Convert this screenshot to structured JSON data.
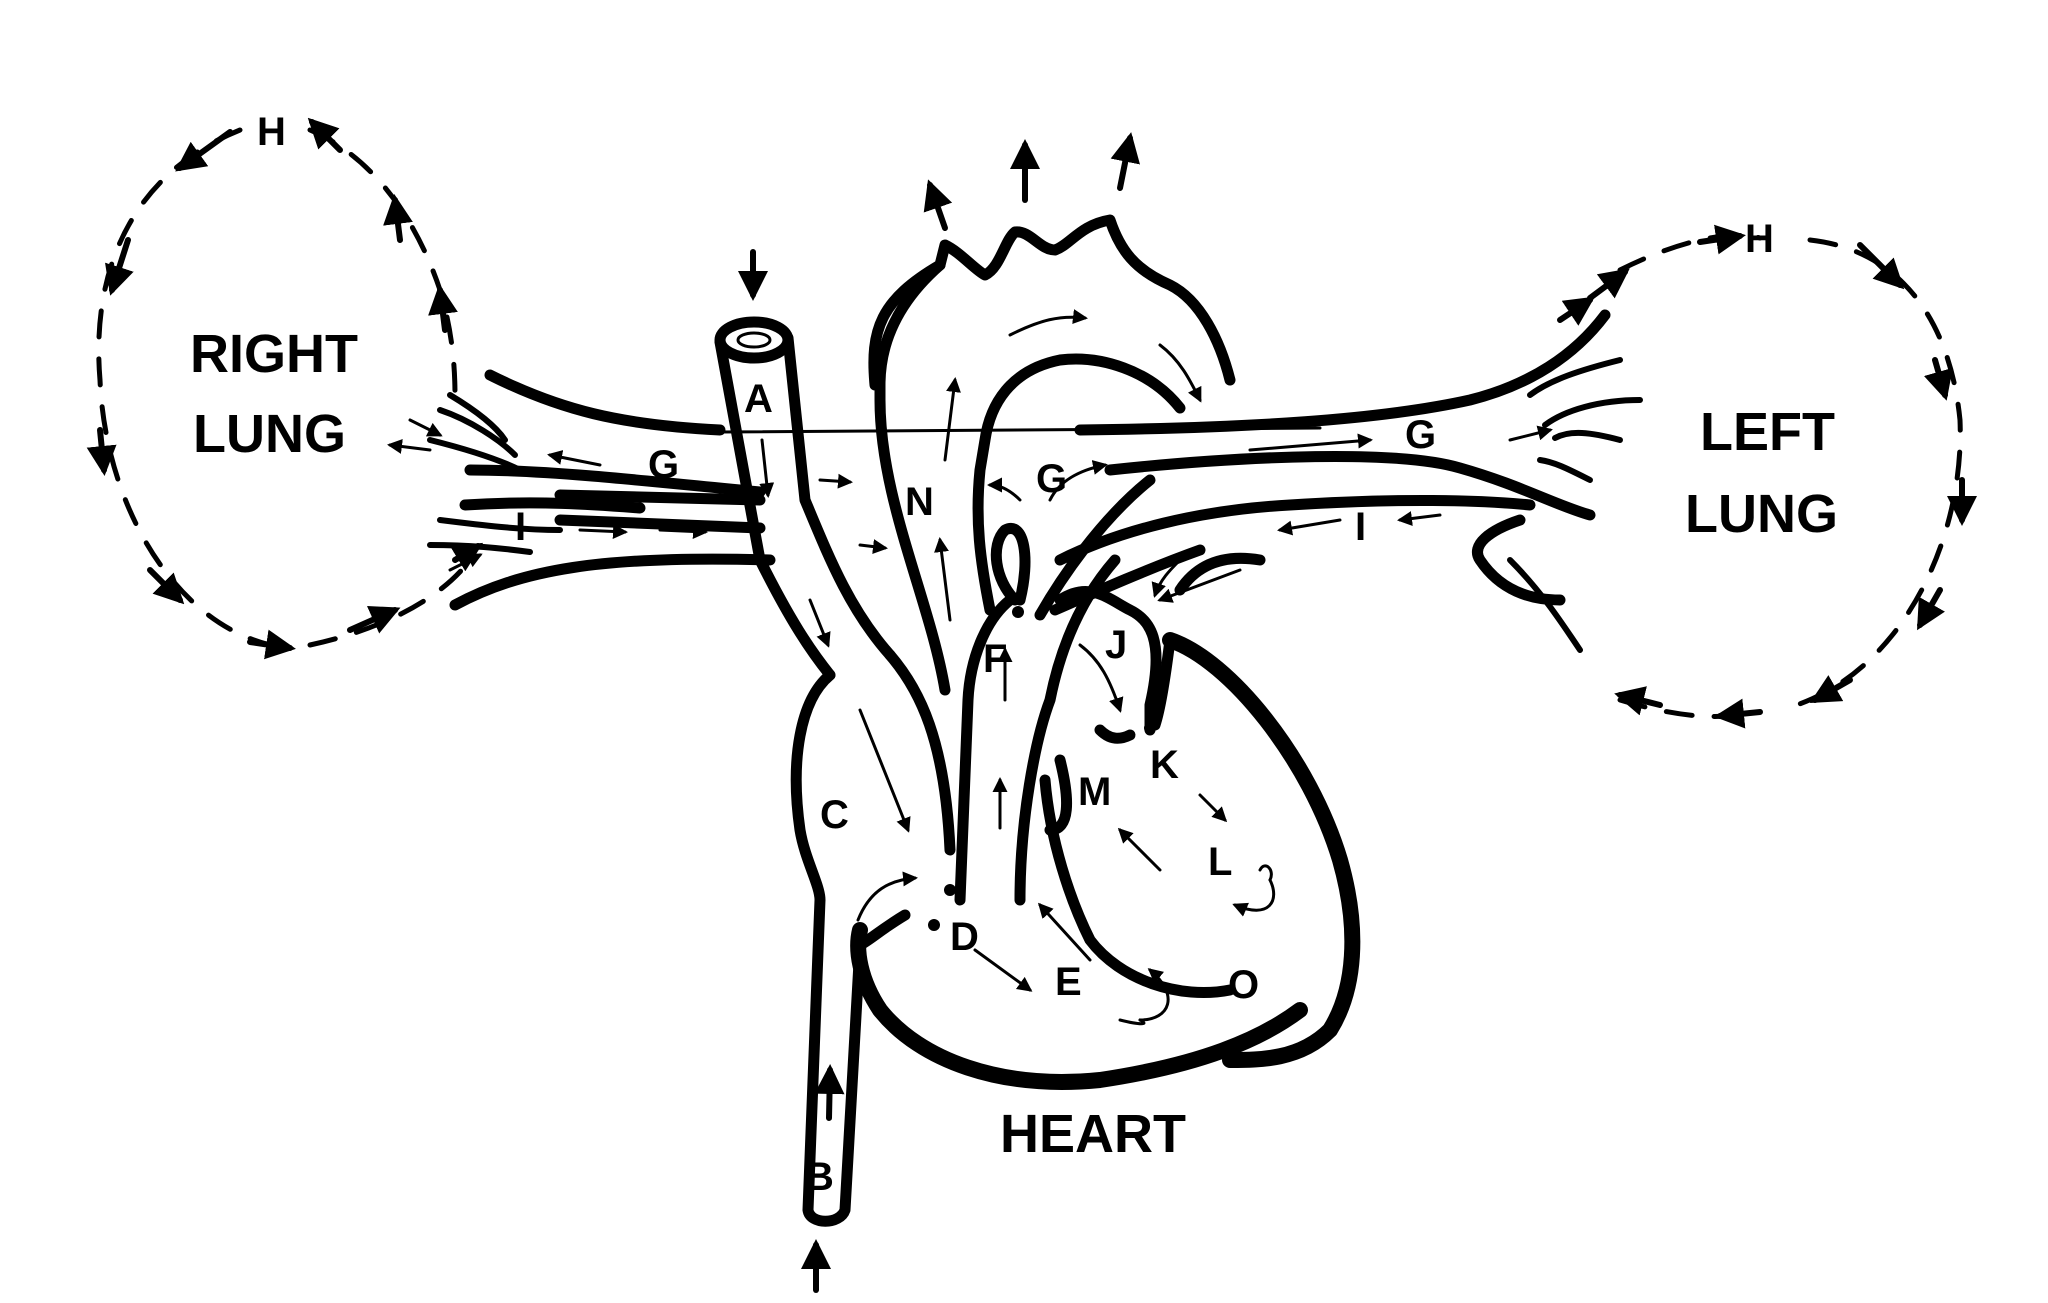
{
  "labels": {
    "right_lung": [
      "RIGHT",
      "LUNG"
    ],
    "left_lung": [
      "LEFT",
      "LUNG"
    ],
    "heart": "HEART",
    "A": "A",
    "B": "B",
    "C": "C",
    "D": "D",
    "E": "E",
    "F": "F",
    "G_right": "G",
    "G_center": "G",
    "G_left": "G",
    "H_right": "H",
    "H_left": "H",
    "I_right": "I",
    "I_left": "I",
    "J": "J",
    "K": "K",
    "L": "L",
    "M": "M",
    "N": "N",
    "O": "O"
  }
}
